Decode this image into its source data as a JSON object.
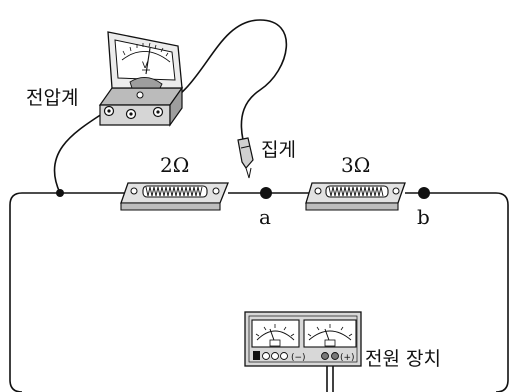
{
  "labels": {
    "voltmeter": "전압계",
    "probe": "집게",
    "r1": "2Ω",
    "r2": "3Ω",
    "point_a": "a",
    "point_b": "b",
    "power_supply": "전원 장치",
    "meter_unit": "V",
    "minus_terminal": "(−)",
    "plus_terminal": "(+)"
  },
  "colors": {
    "line": "#111111",
    "board": "#dddddd",
    "meter_face": "#ffffff",
    "meter_body": "#cfcfcf",
    "supply_body": "#d8d8d8"
  }
}
